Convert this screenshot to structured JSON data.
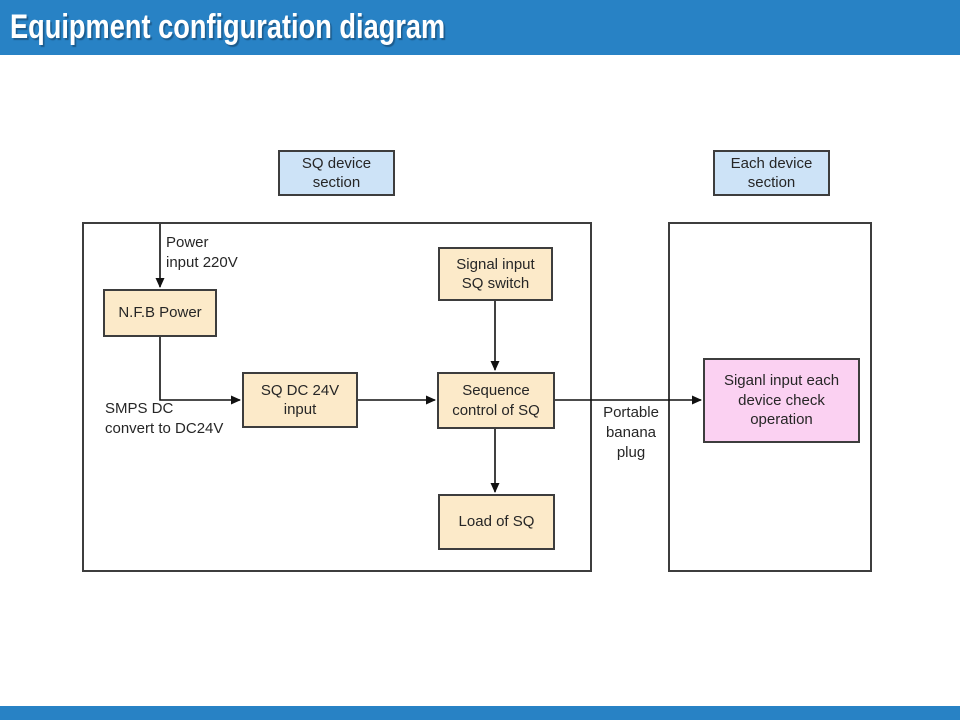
{
  "slide": {
    "title": "Equipment configuration diagram"
  },
  "colors": {
    "header_blue": "#2882c5",
    "section_fill": "#cde3f7",
    "node_fill": "#fceac9",
    "highlight_fill": "#fbd1f2",
    "border_dark": "#3d3d3d",
    "line_color": "#111111",
    "text_color": "#262626"
  },
  "sections": {
    "sq": {
      "label": "SQ device\nsection"
    },
    "each": {
      "label": "Each device\nsection"
    }
  },
  "nodes": {
    "nfb": {
      "label": "N.F.B Power"
    },
    "sq_dc": {
      "label": "SQ DC 24V\ninput"
    },
    "signal": {
      "label": "Signal input\nSQ switch"
    },
    "sequence": {
      "label": "Sequence\ncontrol of SQ"
    },
    "load": {
      "label": "Load of SQ"
    },
    "device_check": {
      "label": "Siganl input each\ndevice check\noperation"
    }
  },
  "labels": {
    "power": "Power\ninput 220V",
    "smps": "SMPS DC\nconvert to DC24V",
    "plug": "Portable\nbanana\nplug"
  }
}
